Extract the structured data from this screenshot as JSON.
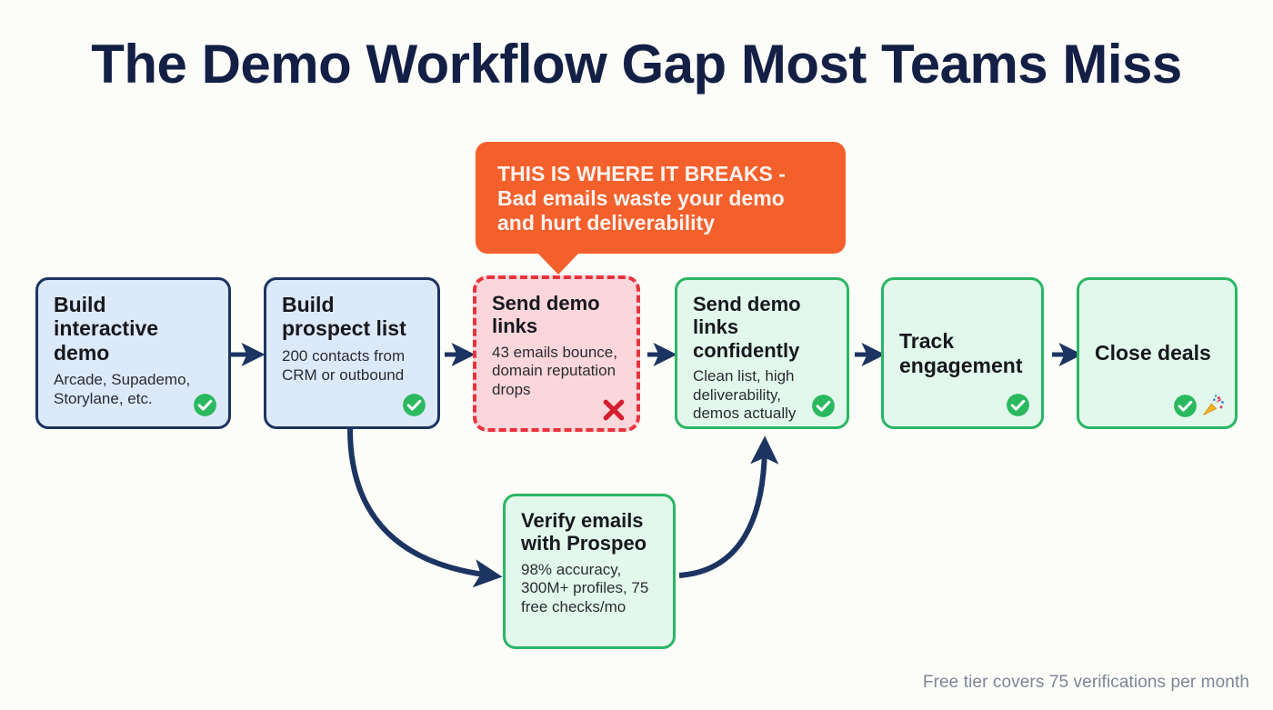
{
  "page": {
    "title": "The Demo Workflow Gap Most Teams Miss",
    "background_color": "#fcfcf8",
    "footer_note": "Free tier covers 75 verifications per month"
  },
  "colors": {
    "title_navy": "#131f45",
    "arrow_navy": "#1c3461",
    "blue_fill": "#dce9f9",
    "blue_border": "#1c3461",
    "red_fill": "#fbd6da",
    "red_border": "#e8323c",
    "green_fill": "#e2f8ec",
    "green_border": "#2bb664",
    "callout_orange": "#f4602c",
    "check_green": "#2bb95f",
    "x_red": "#d32030",
    "footer_gray": "#7e8795"
  },
  "callout": {
    "text": "THIS IS WHERE IT BREAKS - Bad emails waste your demo and hurt deliverability",
    "points_to": "send-demo-links-broken"
  },
  "chart_data": {
    "type": "diagram",
    "layout": "horizontal-flow-with-branch",
    "nodes": [
      {
        "id": "build-interactive-demo",
        "title": "Build interactive demo",
        "subtitle": "Arcade, Supademo, Storylane, etc.",
        "status": "ok",
        "badges": [
          "check-circle-icon"
        ],
        "style": "blue"
      },
      {
        "id": "build-prospect-list",
        "title": "Build prospect list",
        "subtitle": "200 contacts from CRM or outbound",
        "status": "ok",
        "badges": [
          "check-circle-icon"
        ],
        "style": "blue"
      },
      {
        "id": "send-demo-links-broken",
        "title": "Send demo links",
        "subtitle": "43 emails bounce, domain reputation drops",
        "status": "fail",
        "badges": [
          "x-mark-icon"
        ],
        "style": "red"
      },
      {
        "id": "send-demo-links-confidently",
        "title": "Send demo links confidently",
        "subtitle": "Clean list, high deliverability, demos actually seen",
        "status": "ok",
        "badges": [
          "check-circle-icon"
        ],
        "style": "green"
      },
      {
        "id": "track-engagement",
        "title": "Track engagement",
        "subtitle": "",
        "status": "ok",
        "badges": [
          "check-circle-icon"
        ],
        "style": "green"
      },
      {
        "id": "close-deals",
        "title": "Close deals",
        "subtitle": "",
        "status": "ok",
        "badges": [
          "check-circle-icon",
          "party-popper-icon"
        ],
        "style": "green"
      },
      {
        "id": "verify-emails-with-prospeo",
        "title": "Verify emails with Prospeo",
        "subtitle": "98% accuracy, 300M+ profiles, 75 free checks/mo",
        "status": "ok",
        "badges": [],
        "style": "green"
      }
    ],
    "edges": [
      {
        "from": "build-interactive-demo",
        "to": "build-prospect-list",
        "kind": "straight"
      },
      {
        "from": "build-prospect-list",
        "to": "send-demo-links-broken",
        "kind": "straight"
      },
      {
        "from": "send-demo-links-broken",
        "to": "send-demo-links-confidently",
        "kind": "straight"
      },
      {
        "from": "send-demo-links-confidently",
        "to": "track-engagement",
        "kind": "straight"
      },
      {
        "from": "track-engagement",
        "to": "close-deals",
        "kind": "straight"
      },
      {
        "from": "build-prospect-list",
        "to": "verify-emails-with-prospeo",
        "kind": "curved"
      },
      {
        "from": "verify-emails-with-prospeo",
        "to": "send-demo-links-confidently",
        "kind": "curved"
      }
    ]
  },
  "nodes": {
    "n0": {
      "title": "Build interactive demo",
      "subtitle": "Arcade, Supademo, Storylane, etc."
    },
    "n1": {
      "title": "Build prospect list",
      "subtitle": "200 contacts from CRM or outbound"
    },
    "n2": {
      "title": "Send demo links",
      "subtitle": "43 emails bounce, domain reputation drops"
    },
    "n3": {
      "title": "Send demo links confidently",
      "subtitle": "Clean list, high deliverability, demos actually seen"
    },
    "n4": {
      "title": "Track engagement",
      "subtitle": ""
    },
    "n5": {
      "title": "Close deals",
      "subtitle": ""
    },
    "n6": {
      "title": "Verify emails with Prospeo",
      "subtitle": "98% accuracy, 300M+ profiles, 75 free checks/mo"
    }
  }
}
